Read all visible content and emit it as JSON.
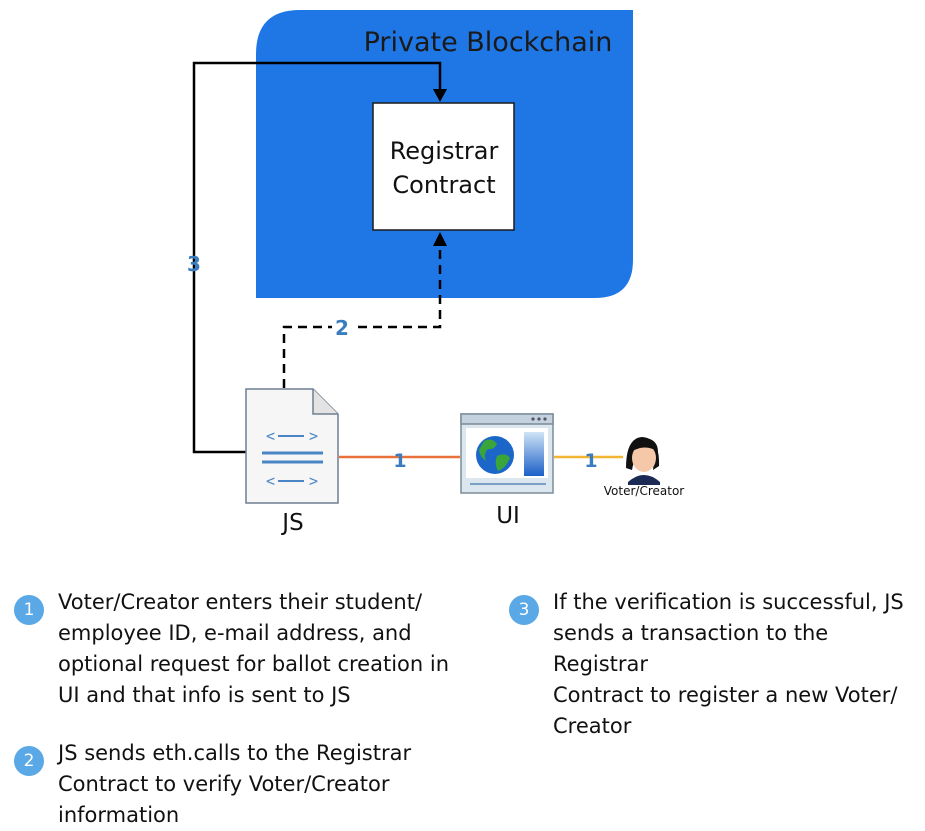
{
  "diagram": {
    "blockchain_label": "Private Blockchain",
    "contract_label_line1": "Registrar",
    "contract_label_line2": "Contract",
    "js_label": "JS",
    "ui_label": "UI",
    "user_label": "Voter/Creator",
    "edge_js_ui_label": "1",
    "edge_ui_user_label": "1",
    "edge_js_contract_label": "2",
    "edge_js_contract_tx_label": "3"
  },
  "colors": {
    "blockchain_fill": "#1f77e6",
    "edge_js_ui": "#e8723a",
    "edge_ui_user": "#f2b632",
    "step_number": "#3a7dbf",
    "badge": "#5aa9e6"
  },
  "legend": [
    {
      "number": "1",
      "lines": [
        "Voter/Creator enters their student/",
        "employee ID, e-mail address, and",
        "optional request for ballot creation in",
        "UI and that info is sent to JS"
      ]
    },
    {
      "number": "2",
      "lines": [
        "JS sends eth.calls to the Registrar",
        "Contract to verify Voter/Creator",
        "information"
      ]
    },
    {
      "number": "3",
      "lines": [
        "If the verification is successful, JS",
        "sends a transaction to the Registrar",
        "Contract to register a new Voter/",
        "Creator"
      ]
    }
  ]
}
